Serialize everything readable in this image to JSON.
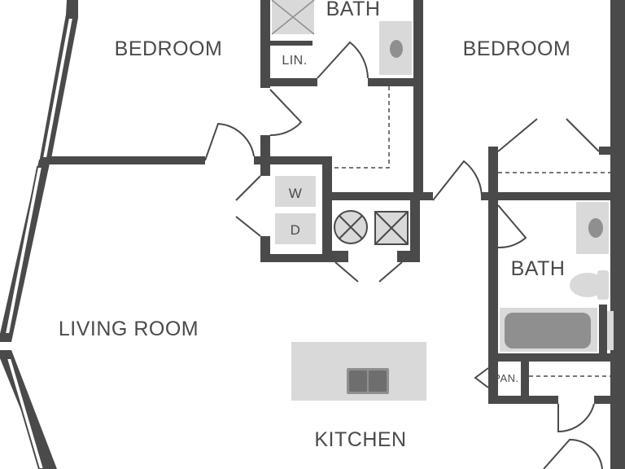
{
  "rooms": {
    "bedroom_left": "BEDROOM",
    "bedroom_right": "BEDROOM",
    "bath_top": "BATH",
    "linen": "LIN.",
    "bath_right": "BATH",
    "living_room": "LIVING ROOM",
    "kitchen": "KITCHEN",
    "pantry": "PAN."
  },
  "appliances": {
    "washer": "W",
    "dryer": "D"
  },
  "colors": {
    "wall": "#4a4a4a",
    "fixture_light": "#d9d9d9",
    "fixture_dark": "#8f8f8f",
    "background": "#ffffff"
  }
}
